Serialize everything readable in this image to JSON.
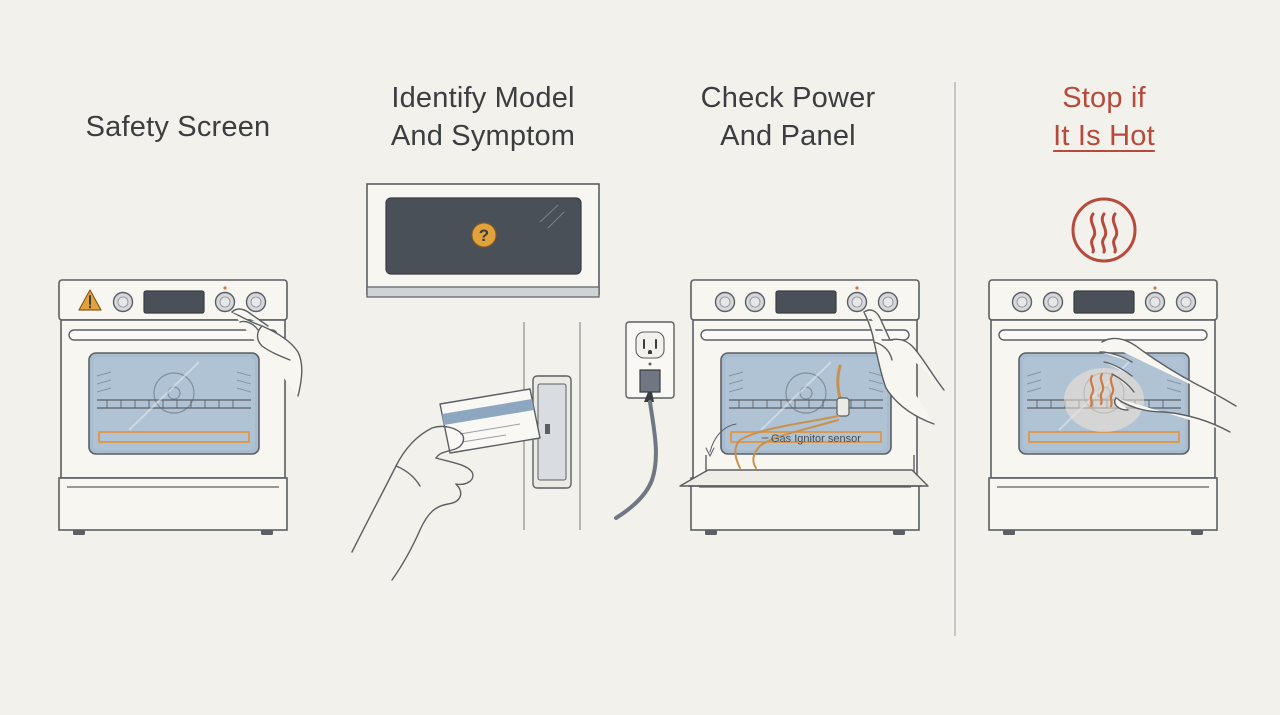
{
  "steps": [
    {
      "title_line1": "Safety Screen",
      "title_line2": ""
    },
    {
      "title_line1": "Identify Model",
      "title_line2": "And Symptom"
    },
    {
      "title_line1": "Check Power",
      "title_line2": "And Panel"
    },
    {
      "title_line1": "Stop if",
      "title_line2": "It Is Hot"
    }
  ],
  "annotations": {
    "ignitor_label": "Gas Ignitor sensor",
    "display_symbol": "?"
  },
  "icons": {
    "step1_badge": "warning-triangle-icon",
    "step2_display": "question-mark-icon",
    "step4_badge": "heat-waves-icon"
  },
  "colors": {
    "background": "#f2f1eb",
    "line": "#5b5f64",
    "warning": "#b84a3c",
    "accent_orange": "#e2a23b",
    "glass_blue": "#9fb3c8",
    "display_dark": "#4a5058"
  }
}
